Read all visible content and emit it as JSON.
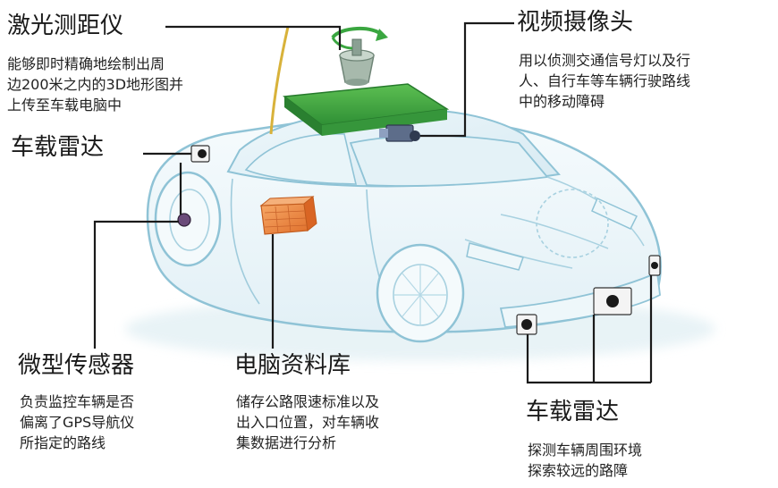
{
  "labels": {
    "laser": {
      "title": "激光测距仪",
      "lines": [
        "能够即时精确地绘制出周",
        "边200米之内的3D地形图并",
        "上传至车载电脑中"
      ]
    },
    "camera": {
      "title": "视频摄像头",
      "lines": [
        "用以侦测交通信号灯以及行",
        "人、自行车等车辆行驶路线",
        "中的移动障碍"
      ]
    },
    "radar_left": {
      "title": "车载雷达"
    },
    "sensor": {
      "title": "微型传感器",
      "lines": [
        "负责监控车辆是否",
        "偏离了GPS导航仪",
        "所指定的路线"
      ]
    },
    "computer": {
      "title": "电脑资料库",
      "lines": [
        "储存公路限速标准以及",
        "出入口位置，对车辆收",
        "集数据进行分析"
      ]
    },
    "radar_right": {
      "title": "车载雷达",
      "lines": [
        "探测车辆周围环境",
        "探索较远的路障"
      ]
    }
  },
  "colors": {
    "car_outline": "#8fc3d6",
    "roof_rack": "#3aa640",
    "laser_unit": "#a7b9ac",
    "computer_box": "#f08a43",
    "antenna": "#d8b23a",
    "leader_line": "#1a1a1a"
  }
}
